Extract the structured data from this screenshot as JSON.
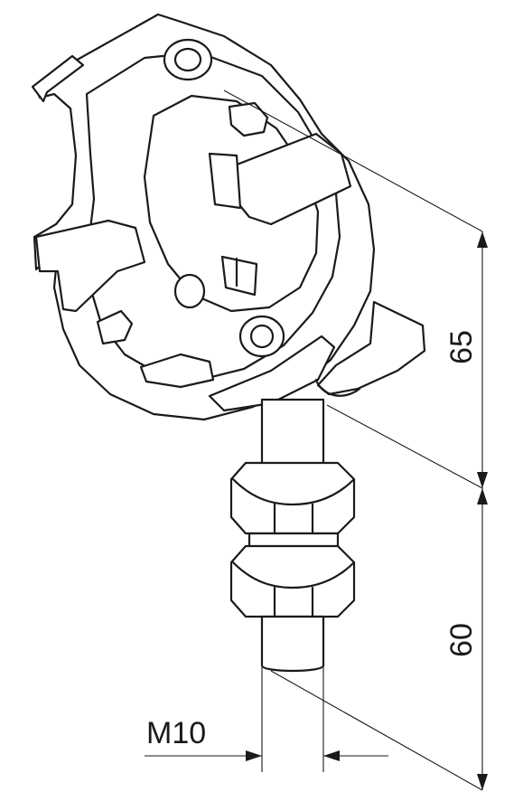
{
  "dimensions": {
    "upper_height": "65",
    "lower_height": "60",
    "thread": "M10"
  },
  "colors": {
    "line": "#1a1a1a",
    "background": "#ffffff"
  }
}
